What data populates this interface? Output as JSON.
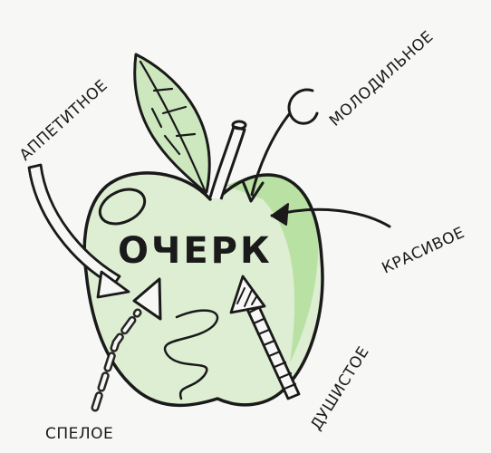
{
  "center_word": "ОЧЕРК",
  "labels": {
    "appetizing": "АППЕТИТНОЕ",
    "rejuvenating": "МОЛОДИЛЬНОЕ",
    "beautiful": "КРАСИВОЕ",
    "fragrant": "ДУШИСТОЕ",
    "ripe": "СПЕЛОЕ"
  },
  "colors": {
    "ink": "#1a1a1a",
    "apple_fill": "#c9e8b4",
    "apple_shade": "#9fd585",
    "leaf_fill": "#cde8bf",
    "background": "#f7f7f5"
  }
}
